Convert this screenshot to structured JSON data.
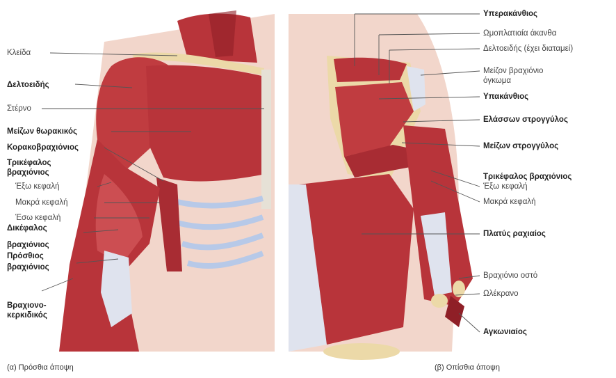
{
  "figure": {
    "left_labels": [
      {
        "text": "Κλείδα",
        "bold": false
      },
      {
        "text": "Δελτοειδής",
        "bold": true
      },
      {
        "text": "Στέρνο",
        "bold": false
      },
      {
        "text": "Μείζων θωρακικός",
        "bold": true
      },
      {
        "text": "Κορακοβραχιόνιος",
        "bold": true
      },
      {
        "text": "Τρικέφαλος",
        "bold": true
      },
      {
        "text": "βραχιόνιος",
        "bold": true
      },
      {
        "text": "Έξω κεφαλή",
        "bold": false
      },
      {
        "text": "Μακρά κεφαλή",
        "bold": false
      },
      {
        "text": "Έσω κεφαλή",
        "bold": false
      },
      {
        "text": "Δικέφαλος",
        "bold": true
      },
      {
        "text": "βραχιόνιος",
        "bold": true
      },
      {
        "text": "Πρόσθιος",
        "bold": true
      },
      {
        "text": "βραχιόνιος",
        "bold": true
      },
      {
        "text": "Βραχιονο-",
        "bold": true
      },
      {
        "text": "κερκιδικός",
        "bold": true
      }
    ],
    "right_labels": [
      {
        "text": "Υπερακάνθιος",
        "bold": true
      },
      {
        "text": "Ωμοπλατιαία άκανθα",
        "bold": false
      },
      {
        "text": "Δελτοειδής (έχει διαταμεί)",
        "bold": false
      },
      {
        "text": "Μείζον βραχιόνιο",
        "bold": false
      },
      {
        "text": "όγκωμα",
        "bold": false
      },
      {
        "text": "Υπακάνθιος",
        "bold": true
      },
      {
        "text": "Ελάσσων στρογγύλος",
        "bold": true
      },
      {
        "text": "Μείζων στρογγύλος",
        "bold": true
      },
      {
        "text": "Τρικέφαλος βραχιόνιος",
        "bold": true
      },
      {
        "text": "Έξω κεφαλή",
        "bold": false
      },
      {
        "text": "Μακρά κεφαλή",
        "bold": false
      },
      {
        "text": "Πλατύς ραχιαίος",
        "bold": true
      },
      {
        "text": "Βραχιόνιο οστό",
        "bold": false
      },
      {
        "text": "Ωλέκρανο",
        "bold": false
      },
      {
        "text": "Αγκωνιαίος",
        "bold": true
      }
    ],
    "captions": {
      "left": "(α) Πρόσθια άποψη",
      "right": "(β) Οπίσθια άποψη"
    }
  },
  "colors": {
    "muscle": "#b8343a",
    "muscle_dark": "#8f1f27",
    "muscle_light": "#d0575a",
    "skin": "#f2d6cb",
    "tendon": "#dfe3ee",
    "bone": "#ecd9a8",
    "rib": "#b7c9e8",
    "leader": "#555555"
  }
}
